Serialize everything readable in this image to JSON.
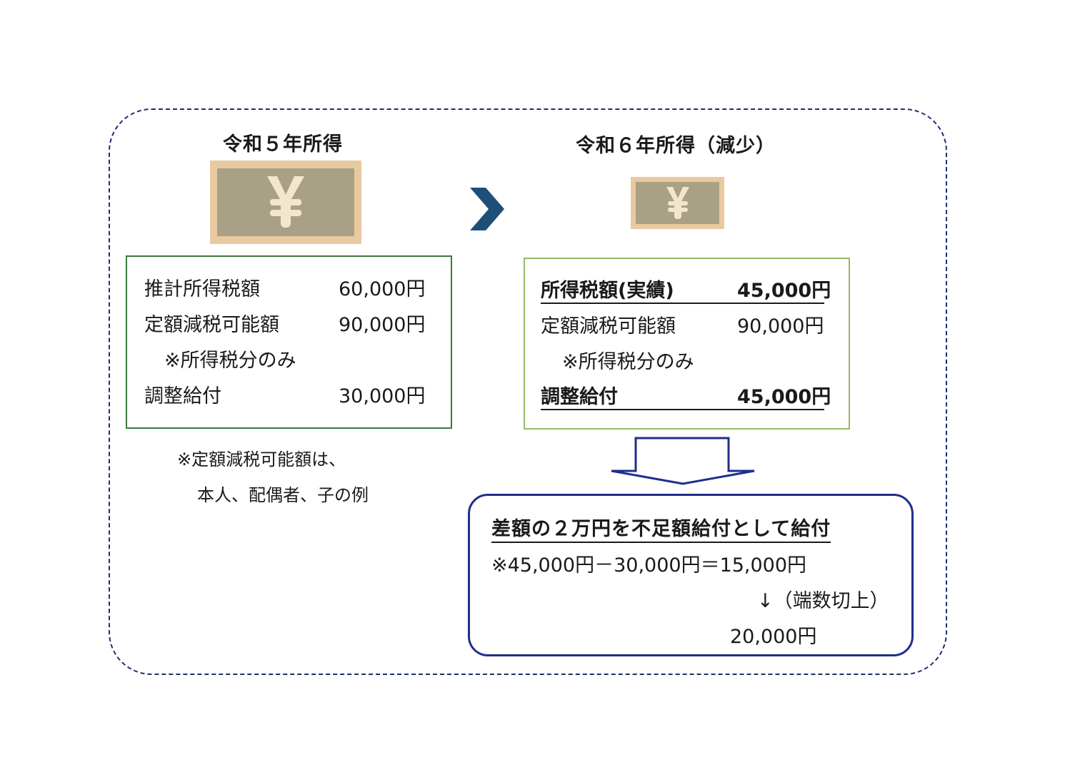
{
  "left": {
    "title": "令和５年所得",
    "rows": [
      {
        "label": "推計所得税額",
        "value": "60,000円"
      },
      {
        "label": "定額減税可能額",
        "value": "90,000円"
      },
      {
        "label": "※所得税分のみ",
        "value": ""
      },
      {
        "label": "調整給付",
        "value": "30,000円"
      }
    ],
    "footnote_line1": "※定額減税可能額は、",
    "footnote_line2": "本人、配偶者、子の例"
  },
  "right": {
    "title": "令和６年所得（減少）",
    "rows": [
      {
        "label": "所得税額(実績)",
        "value": "45,000円"
      },
      {
        "label": "定額減税可能額",
        "value": "90,000円"
      },
      {
        "label": "※所得税分のみ",
        "value": ""
      },
      {
        "label": "調整給付",
        "value": "45,000円"
      }
    ]
  },
  "result": {
    "headline": "差額の２万円を不足額給付として給付",
    "calculation": "※45,000円－30,000円＝15,000円",
    "rounding": "↓（端数切上）",
    "amount": "20,000円"
  },
  "colors": {
    "frame": "#1f2f6e",
    "left_box_border": "#3a7a3a",
    "right_box_border": "#9ab86a",
    "result_border": "#1f2f8a",
    "chevron": "#1f4e79",
    "bill_outer": "#e8c9a0",
    "bill_inner": "#a8a186"
  },
  "icons": {
    "bill": "yen-bill-icon",
    "arrow_right": "chevron-right-icon",
    "arrow_down": "down-arrow-icon"
  }
}
